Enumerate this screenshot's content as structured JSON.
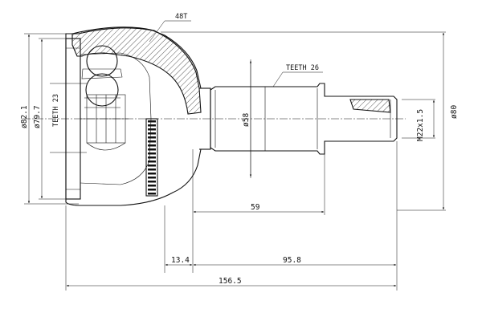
{
  "labels": {
    "teeth_48t": "48T",
    "teeth_26": "TEETH 26",
    "teeth_23": "TEETH 23",
    "d82_1": "ø82.1",
    "d79_7": "ø79.7",
    "d58": "ø58",
    "d80": "ø80",
    "thread": "M22x1.5",
    "len59": "59",
    "len13_4": "13.4",
    "len95_8": "95.8",
    "len156_5": "156.5"
  }
}
